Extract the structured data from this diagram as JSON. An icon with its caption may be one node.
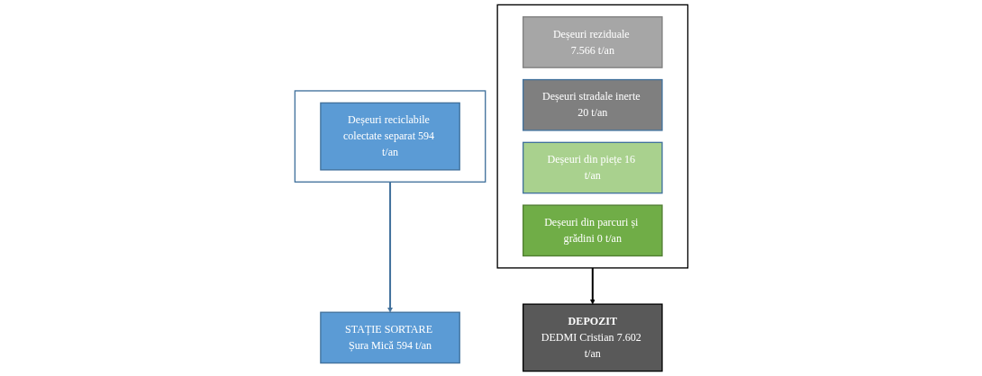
{
  "diagram": {
    "nodes": [
      {
        "text": [],
        "shape": "box"
      },
      {
        "text": [
          "Deșeuri reziduale 7.566 t/an"
        ],
        "in": 0
      },
      {
        "text": [
          "Deșeuri stradale inerte 20 t/an"
        ],
        "in": 0
      },
      {
        "text": [
          "Deșeuri din piețe 16 t/an"
        ],
        "in": 0
      },
      {
        "text": [
          "Deșeuri din parcuri și grădini 0 t/an"
        ],
        "in": 0
      },
      {
        "text": [
          "DEPOZIT",
          "DEDMI Cristian 7.602 t/an"
        ]
      },
      {
        "text": [],
        "shape": "box"
      },
      {
        "text": [
          "Deșeuri reciclabile colectate separat 594 t/an"
        ],
        "in": 6
      },
      {
        "text": [
          "STAȚIE SORTARE Șura Mică 594 t/an"
        ]
      }
    ],
    "edges": [
      {
        "from": 0,
        "to": 5,
        "arrow": "to"
      },
      {
        "from": 6,
        "to": 8,
        "arrow": "to",
        "color": "#41719c"
      }
    ]
  }
}
